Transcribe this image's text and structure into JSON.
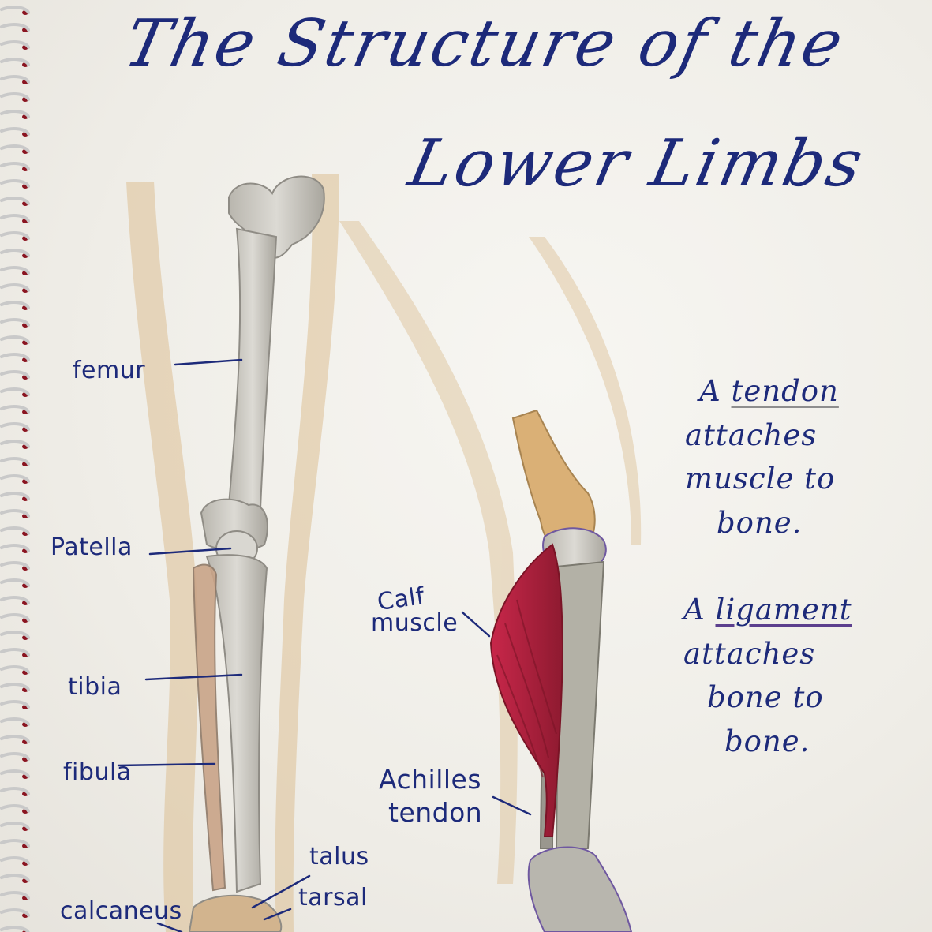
{
  "title": {
    "line1": "The Structure of the",
    "line2": "Lower Limbs"
  },
  "labels": {
    "femur": "femur",
    "patella": "Patella",
    "tibia": "tibia",
    "fibula": "fibula",
    "talus": "talus",
    "tarsal": "tarsal",
    "calcaneus": "calcaneus",
    "calf_line1": "Calf",
    "calf_line2": "muscle",
    "achilles_line1": "Achilles",
    "achilles_line2": "tendon"
  },
  "notes": {
    "tendon": {
      "prefix": "A",
      "term": "tendon",
      "line2": "attaches",
      "line3": "muscle to",
      "line4": "bone."
    },
    "ligament": {
      "prefix": "A",
      "term": "ligament",
      "line2": "attaches",
      "line3": "bone to",
      "line4": "bone."
    }
  },
  "colors": {
    "ink": "#1d2a7a",
    "bone": "#cfcdc6",
    "skin_wash": "#d9b98a",
    "muscle": "#b51f3a",
    "spiral_wire": "#c9c9c9",
    "punch_hole": "#8a1420"
  }
}
